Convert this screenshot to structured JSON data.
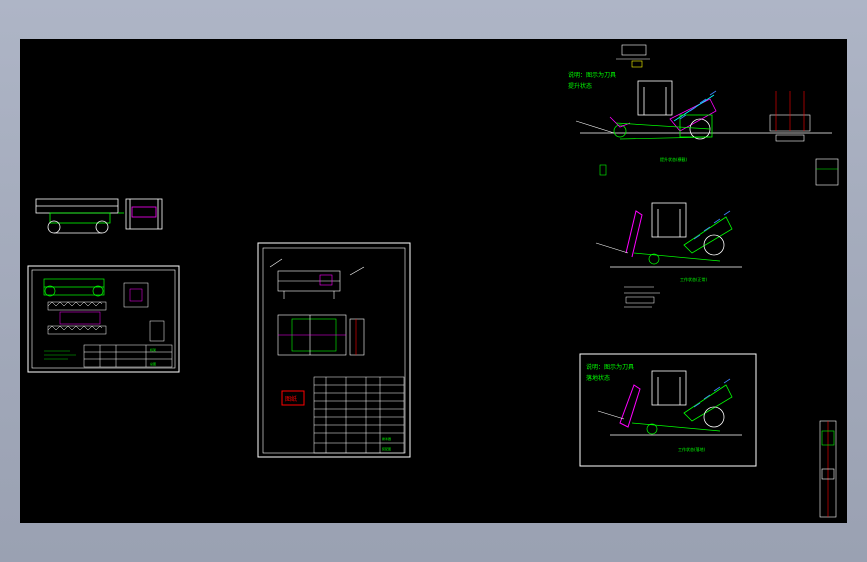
{
  "canvas": {
    "background": "#000000",
    "colors": {
      "line": "#ffffff",
      "green": "#00ff00",
      "cyan": "#00ffff",
      "magenta": "#ff00ff",
      "red": "#ff0000",
      "yellow": "#ffff00",
      "blue": "#4080ff"
    }
  },
  "sheets": {
    "top_right": {
      "note_line1": "说明：图示为刀具",
      "note_line2": "提升状态",
      "caption": "提升状态(横截)"
    },
    "middle_right": {
      "caption": "工作状态(正常)"
    },
    "bottom_right": {
      "note_line1": "说明：图示为刀具",
      "note_line2": "落地状态",
      "caption": "工作状态(落地)"
    },
    "center_sheet": {
      "stamp": "图纸",
      "title_block": [
        "拨禾器",
        "装配图"
      ]
    },
    "left_sheet": {
      "title_block": [
        "机架",
        "总图"
      ]
    }
  }
}
